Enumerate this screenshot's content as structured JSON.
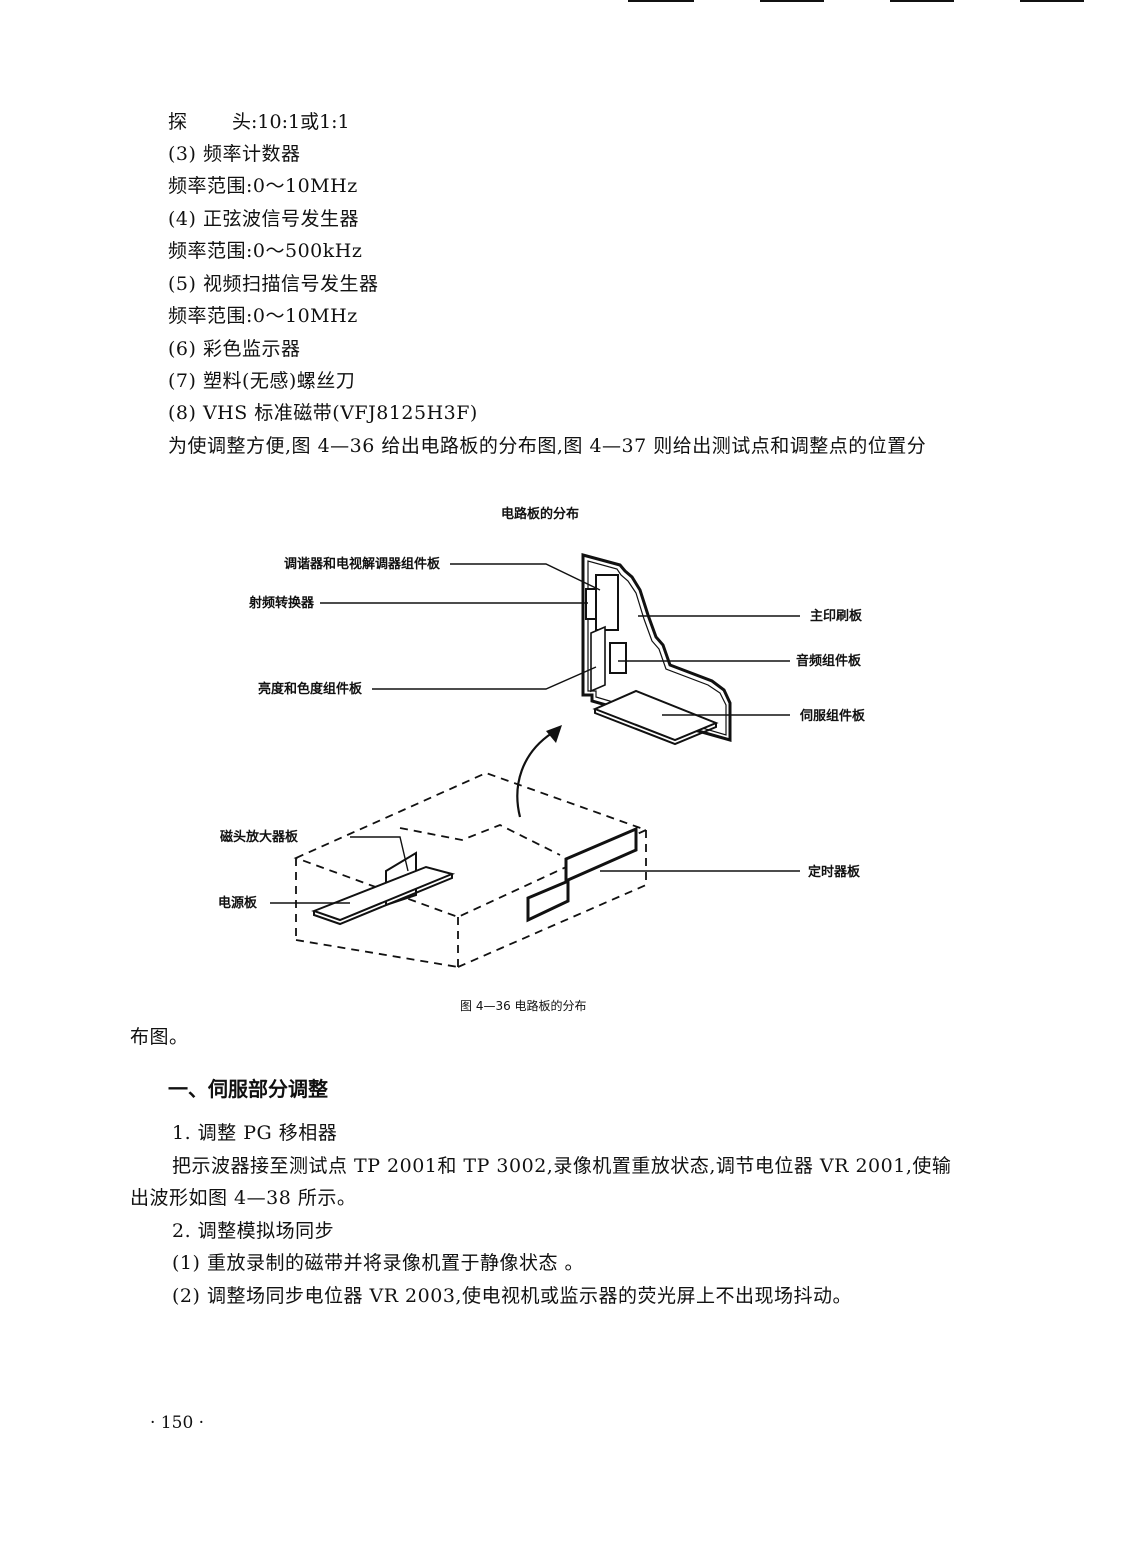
{
  "top_rules": [
    "",
    "",
    "",
    ""
  ],
  "lines": [
    {
      "id": "probe",
      "text_a": "探",
      "text_b": "头:10:1或1:1"
    },
    {
      "id": "l2",
      "text": "(3) 频率计数器"
    },
    {
      "id": "l3",
      "text": "频率范围:0～10MHz"
    },
    {
      "id": "l4",
      "text": "(4) 正弦波信号发生器"
    },
    {
      "id": "l5",
      "text": "频率范围:0～500kHz"
    },
    {
      "id": "l6",
      "text": "(5) 视频扫描信号发生器"
    },
    {
      "id": "l7",
      "text": "频率范围:0～10MHz"
    },
    {
      "id": "l8",
      "text": "(6) 彩色监示器"
    },
    {
      "id": "l9",
      "text": "(7) 塑料(无感)螺丝刀"
    },
    {
      "id": "l10",
      "text": "(8) VHS 标准磁带(VFJ8125H3F)"
    },
    {
      "id": "l11",
      "text": "为使调整方便,图 4—36 给出电路板的分布图,图 4—37 则给出测试点和调整点的位置分"
    }
  ],
  "figure": {
    "title": "电路板的分布",
    "caption": "图 4—36   电路板的分布",
    "labels": {
      "tuner": "调谐器和电视解调器组件板",
      "rf": "射频转换器",
      "luma": "亮度和色度组件板",
      "main": "主印刷板",
      "audio": "音频组件板",
      "servo": "伺服组件板",
      "head_amp": "磁头放大器板",
      "power": "电源板",
      "timer": "定时器板"
    }
  },
  "after_figure": "布图。",
  "section_heading": "一、伺服部分调整",
  "body": [
    {
      "id": "b1",
      "text": "1. 调整 PG 移相器"
    },
    {
      "id": "b2",
      "text": "把示波器接至测试点 TP 2001和 TP 3002,录像机置重放状态,调节电位器 VR 2001,使输"
    },
    {
      "id": "b3",
      "text": "出波形如图 4—38 所示。"
    },
    {
      "id": "b4",
      "text": "2. 调整模拟场同步"
    },
    {
      "id": "b5",
      "text": "(1) 重放录制的磁带并将录像机置于静像状态 。"
    },
    {
      "id": "b6",
      "text": "(2) 调整场同步电位器 VR 2003,使电视机或监示器的荧光屏上不出现场抖动。"
    }
  ],
  "page_number": "· 150 ·"
}
